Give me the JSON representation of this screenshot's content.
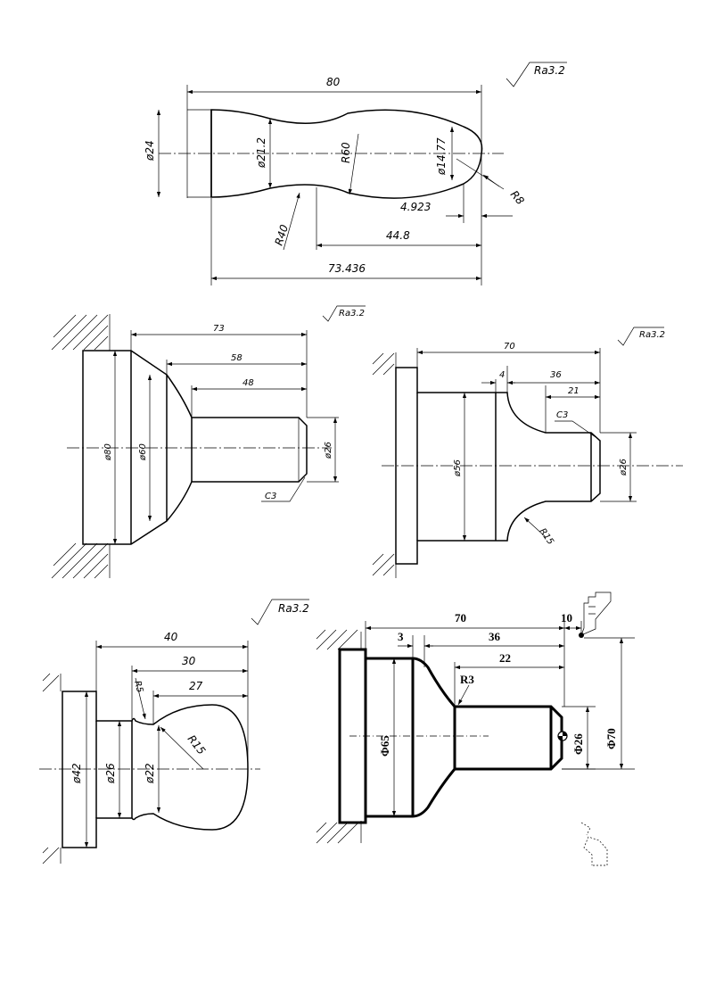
{
  "fig1": {
    "len_total": "80",
    "dia_left": "ø24",
    "dia_neck": "ø21.2",
    "radius_main": "R60",
    "dia_tip": "ø14.77",
    "radius_tip": "R8",
    "radius_neck": "R40",
    "len_tip": "4.923",
    "len_mid": "44.8",
    "len_body": "73.436",
    "roughness": "Ra3.2"
  },
  "fig2": {
    "len_total": "73",
    "len_mid": "58",
    "len_shaft": "48",
    "dia_big": "ø80",
    "dia_mid": "ø60",
    "dia_shaft": "ø26",
    "chamfer": "C3",
    "roughness": "Ra3.2"
  },
  "fig3": {
    "len_total": "70",
    "len_step": "4",
    "len_neck": "36",
    "len_end": "21",
    "chamfer": "C3",
    "dia_body": "ø56",
    "dia_end": "ø26",
    "radius": "R15",
    "roughness": "Ra3.2"
  },
  "fig4": {
    "len_total": "40",
    "len_ball": "30",
    "len_sphere": "27",
    "radius_small": "R5",
    "radius_ball": "R15",
    "dia_flange": "ø42",
    "dia_neck": "ø26",
    "dia_inner": "ø22",
    "roughness": "Ra3.2"
  },
  "fig5": {
    "len_total": "70",
    "len_tool": "10",
    "len_step": "3",
    "len_mid": "36",
    "len_end": "22",
    "radius": "R3",
    "dia_body": "Φ65",
    "dia_end": "Φ26",
    "dia_stock": "Φ70"
  }
}
